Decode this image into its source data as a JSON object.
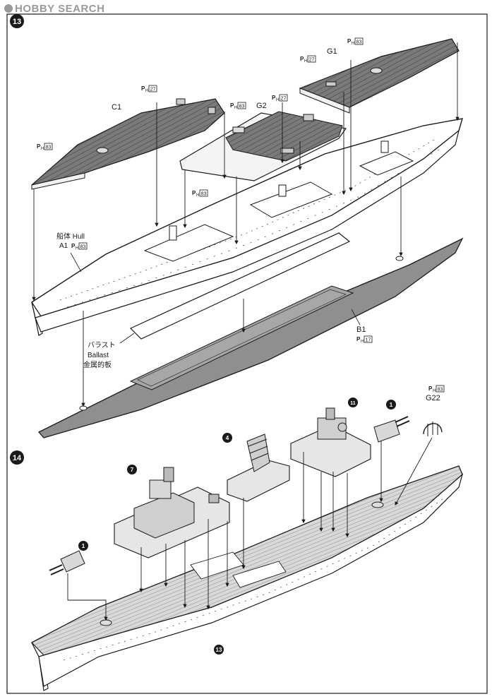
{
  "watermark": "HOBBY SEARCH",
  "steps": {
    "s13": "13",
    "s14": "14"
  },
  "labels": {
    "c1": "C1",
    "g1": "G1",
    "g2": "G2",
    "hull_jp": "船体 Hull",
    "hull_part": "A1",
    "b1": "B1",
    "ballast_jp": "バラスト",
    "ballast_en": "Ballast",
    "ballast_cn": "金属的板",
    "g22": "G22"
  },
  "part_refs": {
    "ph": "P",
    "h": "H",
    "n27": "27",
    "n83": "83",
    "n17": "17"
  },
  "callouts": {
    "seven": "7",
    "four": "4",
    "eleven": "11",
    "one": "1"
  },
  "colors": {
    "ink": "#1a1a1a",
    "ballast_fill": "#8f8f8f",
    "deck_fill": "#6e6e6e",
    "paper": "#ffffff"
  }
}
